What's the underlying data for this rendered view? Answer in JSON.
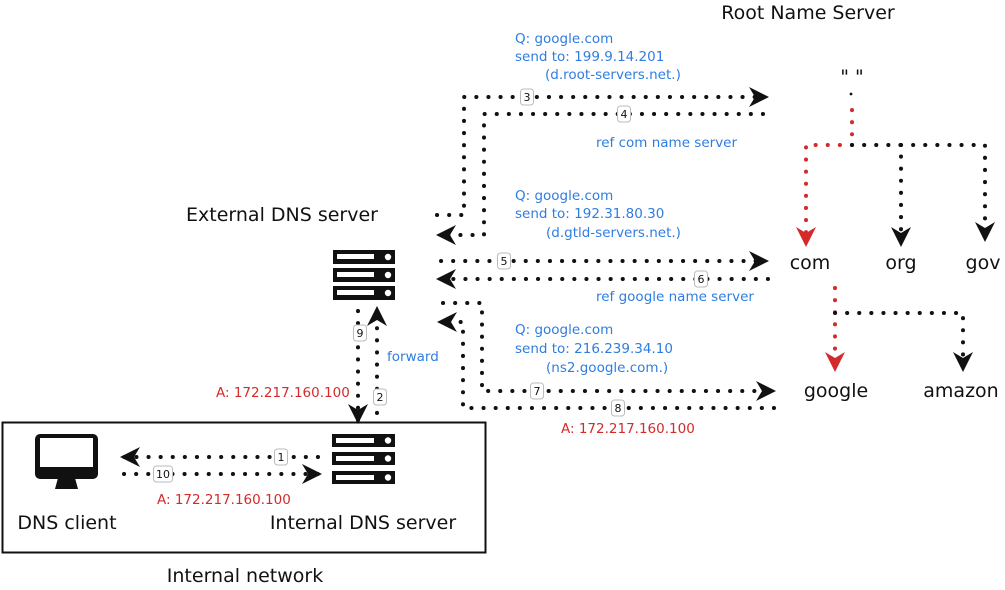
{
  "colors": {
    "query_text": "#2f7de1",
    "answer_text": "#d42a2a",
    "resolution_path": "#d42a2a",
    "default_line": "#111111"
  },
  "titles": {
    "root_name_server": "Root Name Server",
    "external_dns_server": "External DNS server",
    "internal_network": "Internal network"
  },
  "nodes": {
    "dns_client": "DNS client",
    "internal_dns_server": "Internal DNS server"
  },
  "tree": {
    "root": "\" \"",
    "tlds": [
      "com",
      "org",
      "gov"
    ],
    "second_level": [
      "google",
      "amazon"
    ]
  },
  "queries": {
    "root": {
      "q": "Q: google.com",
      "send_to": "send to: 199.9.14.201",
      "host": "(d.root-servers.net.)"
    },
    "tld": {
      "q": "Q: google.com",
      "send_to": "send to: 192.31.80.30",
      "host": "(d.gtld-servers.net.)"
    },
    "authoritative": {
      "q": "Q: google.com",
      "send_to": "send to: 216.239.34.10",
      "host": "(ns2.google.com.)"
    }
  },
  "responses": {
    "root_ref": "ref com name server",
    "tld_ref": "ref google name server",
    "authoritative_answer": "A: 172.217.160.100",
    "external_answer": "A: 172.217.160.100",
    "internal_answer": "A: 172.217.160.100",
    "forward": "forward"
  },
  "steps": [
    "1",
    "2",
    "3",
    "4",
    "5",
    "6",
    "7",
    "8",
    "9",
    "10"
  ],
  "icons": {
    "dns_client": "monitor-icon",
    "external_dns_server": "server-rack-icon",
    "internal_dns_server": "server-rack-icon"
  }
}
